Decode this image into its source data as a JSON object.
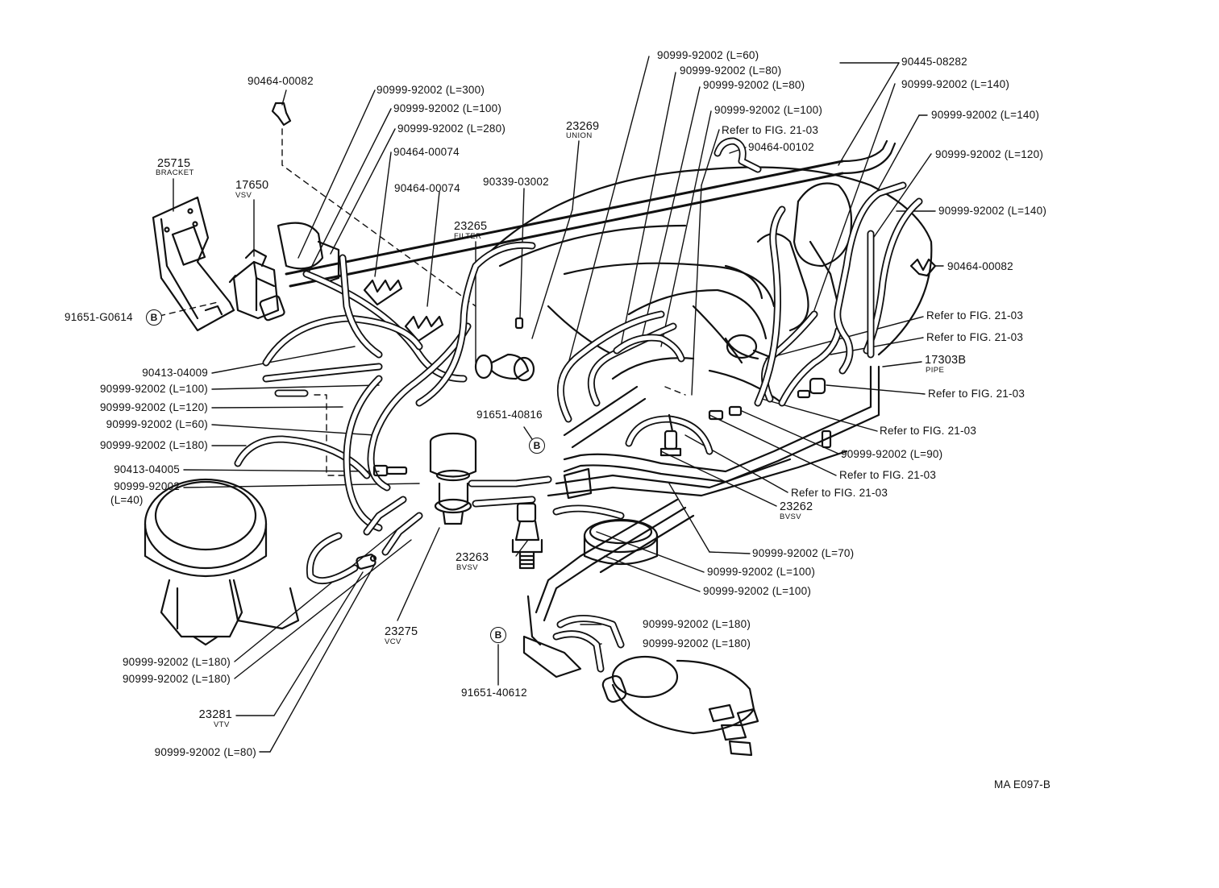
{
  "labels": {
    "p_90464_00082_top": "90464-00082",
    "p_25715": "25715",
    "p_25715_sub": "BRACKET",
    "p_17650": "17650",
    "p_17650_sub": "VSV",
    "p_91651_g0614": "91651-G0614",
    "p_l300": "90999-92002 (L=300)",
    "p_l100_a": "90999-92002 (L=100)",
    "p_l280": "90999-92002 (L=280)",
    "p_90464_00074_a": "90464-00074",
    "p_90464_00074_b": "90464-00074",
    "p_23269": "23269",
    "p_23269_sub": "UNION",
    "p_90339_03002": "90339-03002",
    "p_23265": "23265",
    "p_23265_sub": "FILTER",
    "p_l60_top": "90999-92002 (L=60)",
    "p_l80_a": "90999-92002 (L=80)",
    "p_l80_b": "90999-92002 (L=80)",
    "p_l100_top": "90999-92002 (L=100)",
    "p_ref_top": "Refer to FIG. 21-03",
    "p_90464_00102": "90464-00102",
    "p_90445_08282": "90445-08282",
    "p_l140_a": "90999-92002 (L=140)",
    "p_l140_b": "90999-92002 (L=140)",
    "p_l120_right": "90999-92002 (L=120)",
    "p_l140_c": "90999-92002 (L=140)",
    "p_90464_00082_right": "90464-00082",
    "p_ref_r1": "Refer to FIG. 21-03",
    "p_ref_r2": "Refer to FIG. 21-03",
    "p_17303b": "17303B",
    "p_17303b_sub": "PIPE",
    "p_ref_r3": "Refer to FIG. 21-03",
    "p_ref_r4": "Refer to FIG. 21-03",
    "p_l90": "90999-92002 (L=90)",
    "p_ref_r5": "Refer to FIG. 21-03",
    "p_ref_r6": "Refer to FIG. 21-03",
    "p_23262": "23262",
    "p_23262_sub": "BVSV",
    "p_l70": "90999-92002 (L=70)",
    "p_l100_r1": "90999-92002 (L=100)",
    "p_l100_r2": "90999-92002 (L=100)",
    "p_90413_04009": "90413-04009",
    "p_l100_left": "90999-92002 (L=100)",
    "p_l120_left": "90999-92002 (L=120)",
    "p_l60_left": "90999-92002 (L=60)",
    "p_l180_left": "90999-92002 (L=180)",
    "p_90413_04005": "90413-04005",
    "p_l40_a": "90999-92002",
    "p_l40_b": "(L=40)",
    "p_91651_40816": "91651-40816",
    "p_23263": "23263",
    "p_23263_sub": "BVSV",
    "p_23275": "23275",
    "p_23275_sub": "VCV",
    "p_l180_b1": "90999-92002 (L=180)",
    "p_l180_b2": "90999-92002 (L=180)",
    "p_23281": "23281",
    "p_23281_sub": "VTV",
    "p_l80_bottom": "90999-92002 (L=80)",
    "p_l180_dist1": "90999-92002 (L=180)",
    "p_l180_dist2": "90999-92002 (L=180)",
    "p_91651_40612": "91651-40612",
    "fig_code": "MA E097-B"
  },
  "markers": {
    "b_left": "B",
    "b_center": "B",
    "b_bottom": "B"
  }
}
